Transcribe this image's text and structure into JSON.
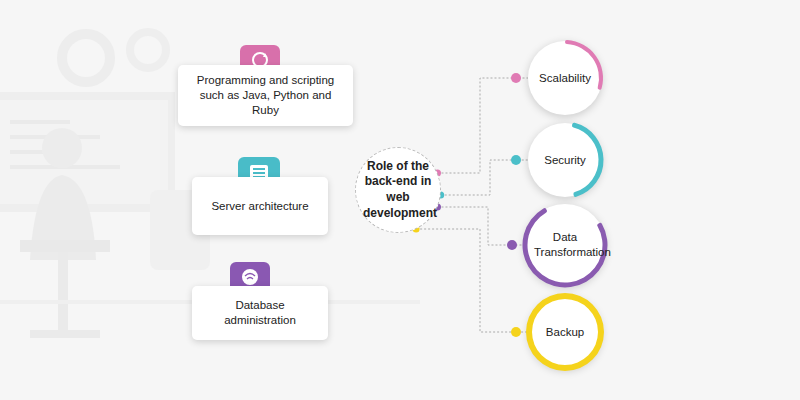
{
  "diagram": {
    "nodes": [
      {
        "text": [
          "Programming and scripting such as Java, Python and Ruby"
        ]
      },
      {
        "text": [
          "Server architecture"
        ]
      },
      {
        "text": [
          "Database administration"
        ]
      },
      {
        "text": [
          "Role of the back-end in web development"
        ]
      },
      {
        "text": [
          "Scalability"
        ]
      },
      {
        "text": [
          "Security"
        ]
      },
      {
        "text": [
          "Data Transformation"
        ]
      },
      {
        "text": [
          "Backup"
        ]
      }
    ],
    "edges": [
      {
        "from": 3,
        "to": 4,
        "arrow": "none"
      },
      {
        "from": 3,
        "to": 5,
        "arrow": "none"
      },
      {
        "from": 3,
        "to": 6,
        "arrow": "none"
      },
      {
        "from": 3,
        "to": 7,
        "arrow": "none"
      }
    ]
  }
}
